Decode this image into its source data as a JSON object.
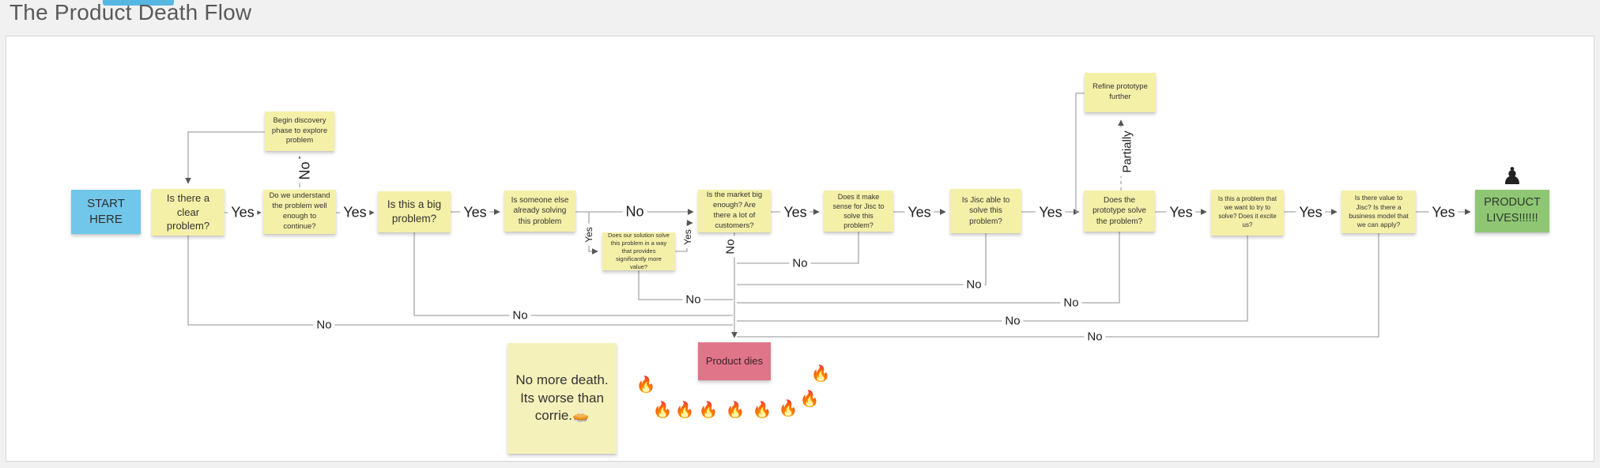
{
  "header": {
    "title": "The Product Death Flow"
  },
  "notes": {
    "start": {
      "label": "START HERE"
    },
    "clear_problem": {
      "label": "Is there a clear problem?"
    },
    "discovery": {
      "label": "Begin discovery phase to explore problem"
    },
    "understand": {
      "label": "Do we understand the problem well enough to continue?"
    },
    "big_problem": {
      "label": "Is this a big problem?"
    },
    "someone_else": {
      "label": "Is someone else already solving this problem"
    },
    "more_value": {
      "label": "Does our solution solve this problem in a way that provides significantly more value?"
    },
    "market": {
      "label": "Is the market big enough? Are there a lot of customers?"
    },
    "make_sense": {
      "label": "Does it make sense for Jisc to solve this problem?"
    },
    "jisc_able": {
      "label": "Is Jisc able to solve this problem?"
    },
    "refine": {
      "label": "Refine prototype further"
    },
    "prototype": {
      "label": "Does the prototype solve the problem?"
    },
    "excite": {
      "label": "Is this a problem that we want to try to solve? Does it excite us?"
    },
    "business_model": {
      "label": "Is there value to Jisc? Is there a business model that we can apply?"
    },
    "lives": {
      "label": "PRODUCT LIVES!!!!!!"
    },
    "dies": {
      "label": "Product dies"
    },
    "no_more_death": {
      "label": "No more death. Its worse than corrie.🥧"
    }
  },
  "edge_labels": {
    "clear_yes": "Yes",
    "understand_no_up": "No",
    "understand_yes": "Yes",
    "big_yes": "Yes",
    "someone_no": "No",
    "someone_yes_down": "Yes",
    "more_value_yes_up": "Yes",
    "market_yes": "Yes",
    "market_no_down": "No",
    "make_sense_yes": "Yes",
    "make_sense_no": "No",
    "jisc_able_yes": "Yes",
    "jisc_able_no": "No",
    "prototype_partially": "Partially",
    "prototype_yes": "Yes",
    "prototype_no": "No",
    "excite_yes": "Yes",
    "excite_no": "No",
    "business_yes": "Yes",
    "business_no": "No",
    "more_value_no": "No",
    "big_no": "No",
    "clear_no": "No"
  },
  "icons": {
    "fire": "🔥",
    "pawn": "♟"
  },
  "colors": {
    "sticky_yellow": "#f5f0a8",
    "sticky_blue": "#71c7e9",
    "sticky_green": "#8fc674",
    "sticky_pink": "#e0758a",
    "connector": "#a8a8a8",
    "title_text": "#595959"
  }
}
